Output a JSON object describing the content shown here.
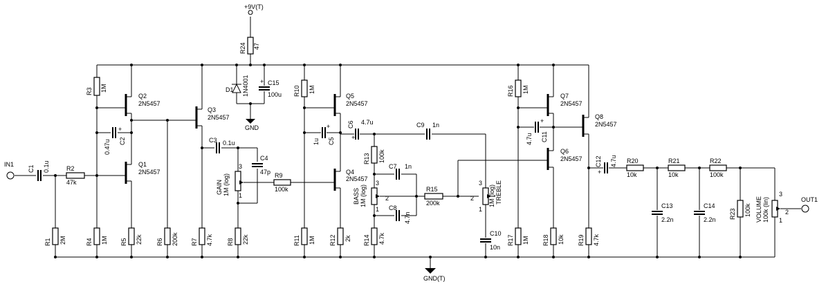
{
  "rails": {
    "vcc": "+9V(T)",
    "gnd": "GND(T)",
    "local_gnd": "GND"
  },
  "ports": {
    "in": "IN1",
    "out": "OUT1"
  },
  "components": {
    "R24": {
      "ref": "R24",
      "value": "47"
    },
    "D1": {
      "ref": "D1",
      "value": "1N4001"
    },
    "C15": {
      "ref": "C15",
      "value": "100u"
    },
    "R3": {
      "ref": "R3",
      "value": "1M"
    },
    "Q2": {
      "ref": "Q2",
      "value": "2N5457"
    },
    "Q3": {
      "ref": "Q3",
      "value": "2N5457"
    },
    "C2": {
      "ref": "C2",
      "value": "0.47u"
    },
    "Q1": {
      "ref": "Q1",
      "value": "2N5457"
    },
    "C1": {
      "ref": "C1",
      "value": "0.1u"
    },
    "R2": {
      "ref": "R2",
      "value": "47k"
    },
    "R1": {
      "ref": "R1",
      "value": "2M"
    },
    "R4": {
      "ref": "R4",
      "value": "1M"
    },
    "R5": {
      "ref": "R5",
      "value": "22k"
    },
    "R6": {
      "ref": "R6",
      "value": "200k"
    },
    "R7": {
      "ref": "R7",
      "value": "4.7k"
    },
    "C3": {
      "ref": "C3",
      "value": "0.1u"
    },
    "C4": {
      "ref": "C4",
      "value": "47p"
    },
    "GAIN": {
      "ref": "GAIN",
      "value": "1M (log)"
    },
    "R9": {
      "ref": "R9",
      "value": "100k"
    },
    "R8": {
      "ref": "R8",
      "value": "22k"
    },
    "R10": {
      "ref": "R10",
      "value": "1M"
    },
    "Q5": {
      "ref": "Q5",
      "value": "2N5457"
    },
    "C5": {
      "ref": "C5",
      "value": "1u"
    },
    "Q4": {
      "ref": "Q4",
      "value": "2N5457"
    },
    "R11": {
      "ref": "R11",
      "value": "1M"
    },
    "R12": {
      "ref": "R12",
      "value": "2k"
    },
    "C6": {
      "ref": "C6",
      "value": "4.7u"
    },
    "C9": {
      "ref": "C9",
      "value": "1n"
    },
    "R13": {
      "ref": "R13",
      "value": "100k"
    },
    "C7": {
      "ref": "C7",
      "value": "1n"
    },
    "BASS": {
      "ref": "BASS",
      "value": "1M (log)"
    },
    "C8": {
      "ref": "C8",
      "value": "4.7n"
    },
    "R15": {
      "ref": "R15",
      "value": "200k"
    },
    "TREBLE": {
      "ref": "TREBLE",
      "value": "1M (log)"
    },
    "R14": {
      "ref": "R14",
      "value": "4.7k"
    },
    "C10": {
      "ref": "C10",
      "value": "10n"
    },
    "R16": {
      "ref": "R16",
      "value": "1M"
    },
    "Q7": {
      "ref": "Q7",
      "value": "2N5457"
    },
    "C11": {
      "ref": "C11",
      "value": "4.7u"
    },
    "Q8": {
      "ref": "Q8",
      "value": "2N5457"
    },
    "Q6": {
      "ref": "Q6",
      "value": "2N5457"
    },
    "R17": {
      "ref": "R17",
      "value": "1M"
    },
    "R18": {
      "ref": "R18",
      "value": "10k"
    },
    "R19": {
      "ref": "R19",
      "value": "4.7k"
    },
    "C12": {
      "ref": "C12",
      "value": "4.7u"
    },
    "R20": {
      "ref": "R20",
      "value": "10k"
    },
    "R21": {
      "ref": "R21",
      "value": "10k"
    },
    "R22": {
      "ref": "R22",
      "value": "100k"
    },
    "C13": {
      "ref": "C13",
      "value": "2.2n"
    },
    "C14": {
      "ref": "C14",
      "value": "2.2n"
    },
    "R23": {
      "ref": "R23",
      "value": "100k"
    },
    "VOLUME": {
      "ref": "VOLUME",
      "value": "100k (lin)"
    }
  },
  "pins": {
    "one": "1",
    "two": "2",
    "three": "3",
    "plus": "+"
  }
}
